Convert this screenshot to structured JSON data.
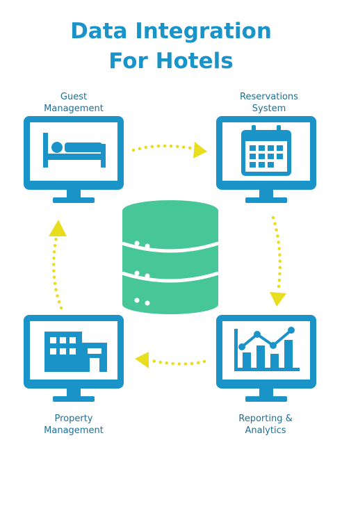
{
  "title": {
    "line1": "Data Integration",
    "line2": "For Hotels"
  },
  "nodes": {
    "guest": {
      "line1": "Guest",
      "line2": "Management",
      "icon": "bed-icon"
    },
    "reservations": {
      "line1": "Reservations",
      "line2": "System",
      "icon": "calendar-icon"
    },
    "reporting": {
      "line1": "Reporting &",
      "line2": "Analytics",
      "icon": "bar-chart-icon"
    },
    "property": {
      "line1": "Property",
      "line2": "Management",
      "icon": "building-icon"
    },
    "center": {
      "icon": "database-icon"
    }
  },
  "colors": {
    "title": "#1a93c9",
    "monitor": "#1a93c9",
    "label": "#1e6f95",
    "database": "#47c69a",
    "arrows": "#e8dd1f"
  }
}
